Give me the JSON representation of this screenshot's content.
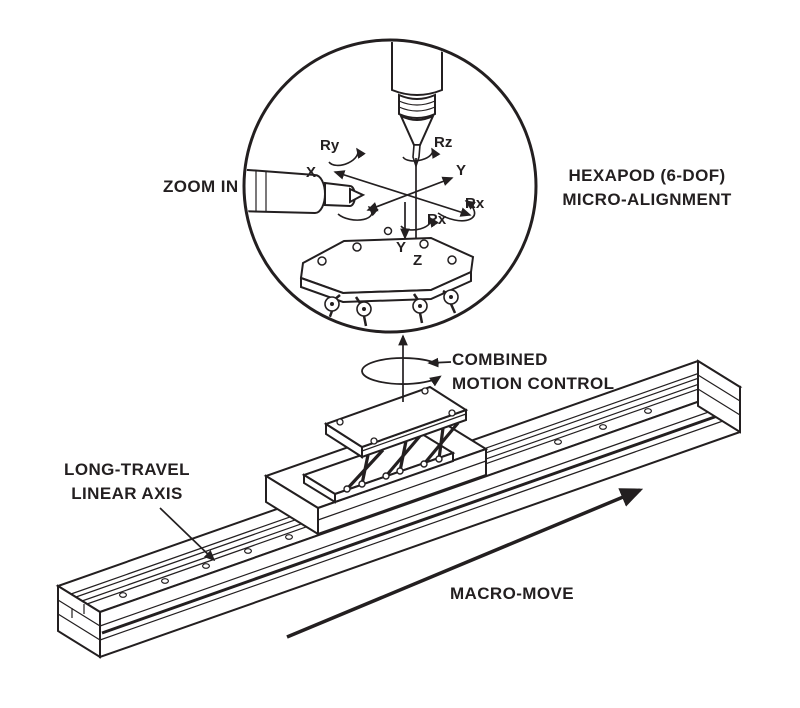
{
  "colors": {
    "ink": "#231f20",
    "background": "#ffffff"
  },
  "zoom_view": {
    "label": "ZOOM IN",
    "axis_labels": {
      "x": "X",
      "y_right": "Y",
      "ry": "Ry",
      "rz": "Rz",
      "rx_right": "Rx",
      "rx_lower": "Rx",
      "y_lower": "Y",
      "z": "Z"
    }
  },
  "callouts": {
    "hexapod_line1": "HEXAPOD (6-DOF)",
    "hexapod_line2": "MICRO-ALIGNMENT",
    "combined_line1": "COMBINED",
    "combined_line2": "MOTION CONTROL",
    "long_travel_line1": "LONG-TRAVEL",
    "long_travel_line2": "LINEAR AXIS",
    "macro_move": "MACRO-MOVE"
  }
}
